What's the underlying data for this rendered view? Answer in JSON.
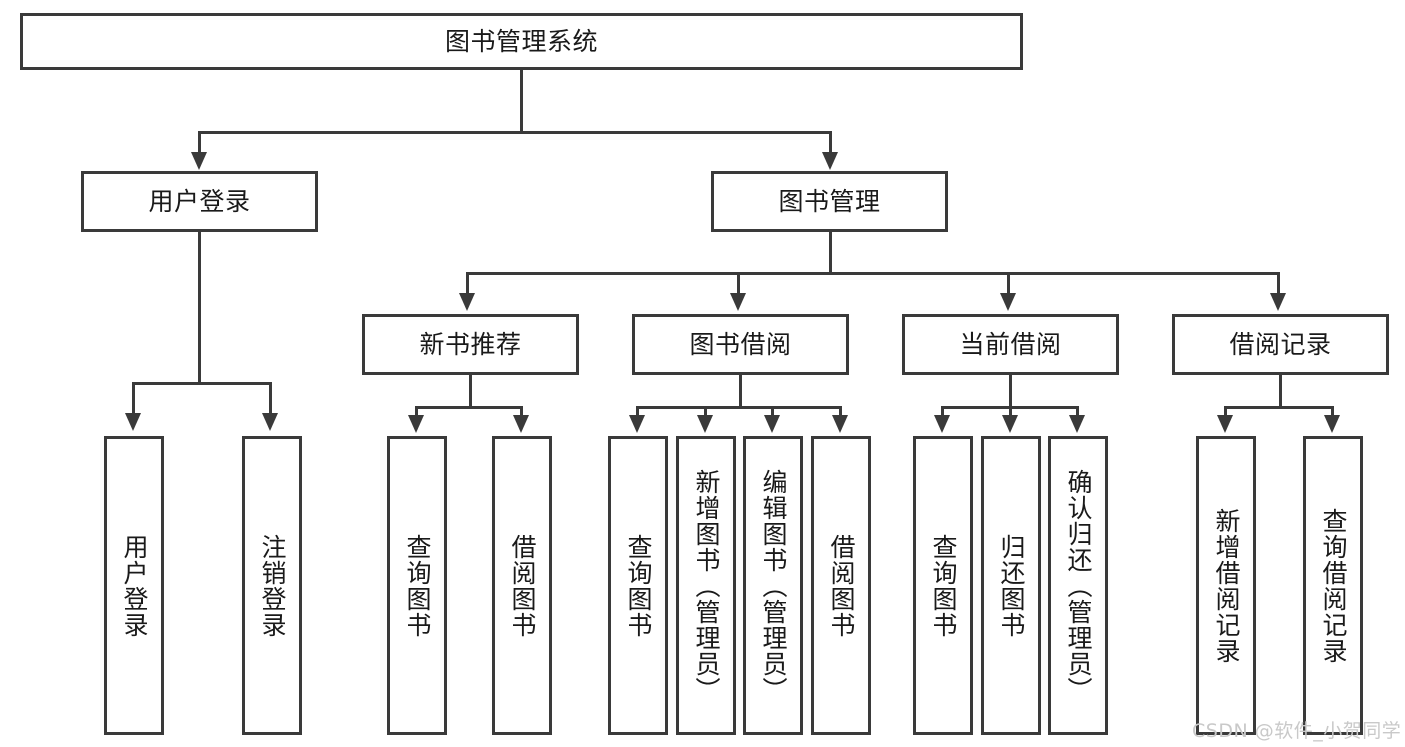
{
  "diagram": {
    "title": "图书管理系统",
    "watermark": "CSDN @软件_小贺同学",
    "colors": {
      "stroke": "#3a3a3a",
      "fill": "#ffffff",
      "text": "#1a1a1a",
      "watermark": "#c9c9c9"
    },
    "levels": {
      "root": {
        "label": "图书管理系统"
      },
      "level2": [
        {
          "label": "用户登录"
        },
        {
          "label": "图书管理"
        }
      ],
      "level3": [
        {
          "label": "新书推荐"
        },
        {
          "label": "图书借阅"
        },
        {
          "label": "当前借阅"
        },
        {
          "label": "借阅记录"
        }
      ],
      "leaves": {
        "user_login": [
          {
            "label": "用户登录"
          },
          {
            "label": "注销登录"
          }
        ],
        "new_book_recommend": [
          {
            "label": "查询图书"
          },
          {
            "label": "借阅图书"
          }
        ],
        "book_borrow": [
          {
            "label": "查询图书"
          },
          {
            "label": "新增图书（管理员）"
          },
          {
            "label": "编辑图书（管理员）"
          },
          {
            "label": "借阅图书"
          }
        ],
        "current_borrow": [
          {
            "label": "查询图书"
          },
          {
            "label": "归还图书"
          },
          {
            "label": "确认归还（管理员）"
          }
        ],
        "borrow_record": [
          {
            "label": "新增借阅记录"
          },
          {
            "label": "查询借阅记录"
          }
        ]
      }
    }
  }
}
